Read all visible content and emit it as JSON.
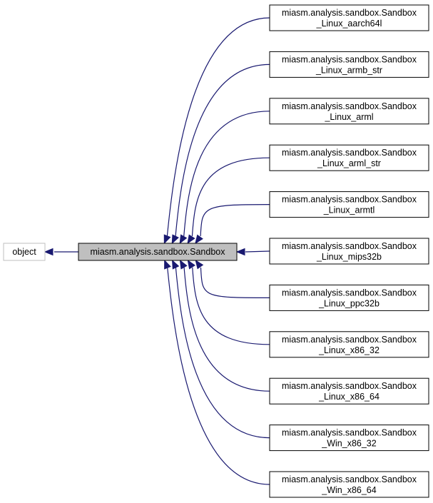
{
  "diagram": {
    "base_node": {
      "label": "object"
    },
    "center_node": {
      "label": "miasm.analysis.sandbox.Sandbox"
    },
    "subclasses": [
      {
        "line1": "miasm.analysis.sandbox.Sandbox",
        "line2": "_Linux_aarch64l"
      },
      {
        "line1": "miasm.analysis.sandbox.Sandbox",
        "line2": "_Linux_armb_str"
      },
      {
        "line1": "miasm.analysis.sandbox.Sandbox",
        "line2": "_Linux_arml"
      },
      {
        "line1": "miasm.analysis.sandbox.Sandbox",
        "line2": "_Linux_arml_str"
      },
      {
        "line1": "miasm.analysis.sandbox.Sandbox",
        "line2": "_Linux_armtl"
      },
      {
        "line1": "miasm.analysis.sandbox.Sandbox",
        "line2": "_Linux_mips32b"
      },
      {
        "line1": "miasm.analysis.sandbox.Sandbox",
        "line2": "_Linux_ppc32b"
      },
      {
        "line1": "miasm.analysis.sandbox.Sandbox",
        "line2": "_Linux_x86_32"
      },
      {
        "line1": "miasm.analysis.sandbox.Sandbox",
        "line2": "_Linux_x86_64"
      },
      {
        "line1": "miasm.analysis.sandbox.Sandbox",
        "line2": "_Win_x86_32"
      },
      {
        "line1": "miasm.analysis.sandbox.Sandbox",
        "line2": "_Win_x86_64"
      }
    ],
    "colors": {
      "edge": "#191970",
      "center_fill": "#bfbfbf",
      "node_border": "#000000",
      "base_border": "#bfbfbf"
    }
  }
}
